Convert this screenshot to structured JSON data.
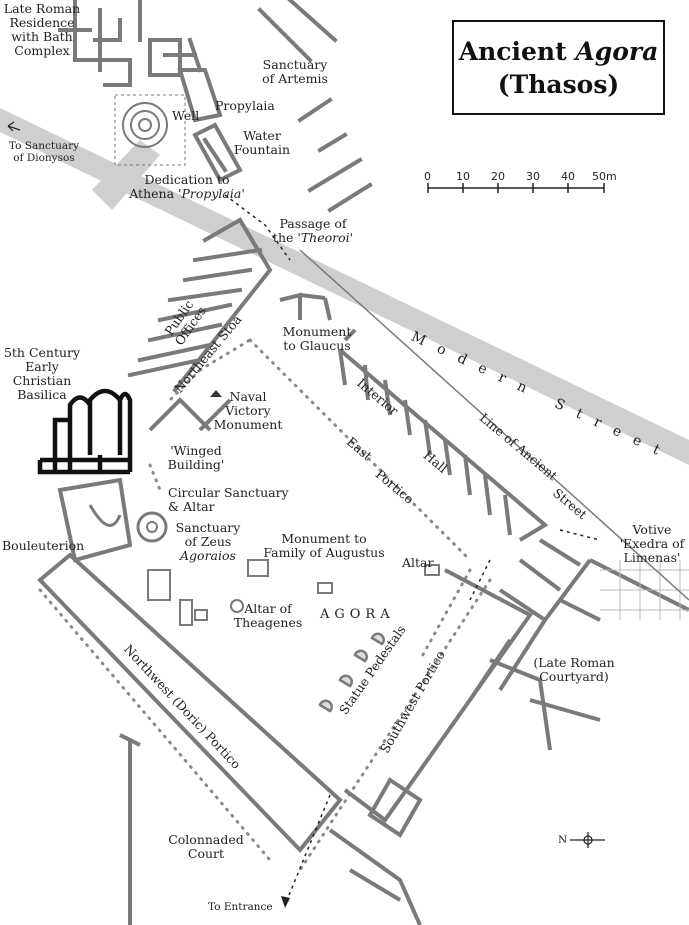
{
  "title": {
    "line1": "Ancient",
    "line1_italic": "Agora",
    "line2": "(Thasos)"
  },
  "scale": {
    "labels": [
      "0",
      "10",
      "20",
      "30",
      "40",
      "50m"
    ]
  },
  "center_label": "AGORA",
  "street_labels": {
    "modern": "Modern Street",
    "line_of_ancient": "Line of Ancient",
    "street": "Street"
  },
  "labels": {
    "late_roman_residence": [
      "Late Roman",
      "Residence",
      "with Bath",
      "Complex"
    ],
    "sanctuary_artemis": [
      "Sanctuary",
      "of Artemis"
    ],
    "propylaia": "Propylaia",
    "well": "Well",
    "water_fountain": [
      "Water",
      "Fountain"
    ],
    "to_dionysos": [
      "To Sanctuary",
      "of Dionysos"
    ],
    "dedication_athena": [
      "Dedication to",
      "Athena"
    ],
    "dedication_athena_italic": "'Propylaia'",
    "passage_theoroi": [
      "Passage of",
      "the"
    ],
    "passage_theoroi_italic": "'Theoroi'",
    "public_offices": [
      "Public",
      "Offices"
    ],
    "northeast_stoa": "Northeast Stoa",
    "monument_glaucus": [
      "Monument",
      "to Glaucus"
    ],
    "basilica": [
      "5th Century",
      "Early",
      "Christian",
      "Basilica"
    ],
    "naval_victory": [
      "Naval",
      "Victory",
      "Monument"
    ],
    "interior": "Interior",
    "hall": "Hall",
    "east": "East",
    "portico": "Portico",
    "winged_building": [
      "'Winged",
      "Building'"
    ],
    "circular_sanctuary": [
      "Circular Sanctuary",
      "& Altar"
    ],
    "sanctuary_zeus": [
      "Sanctuary",
      "of Zeus"
    ],
    "sanctuary_zeus_italic": "Agoraios",
    "bouleuterion": "Bouleuterion",
    "monument_augustus": [
      "Monument to",
      "Family of Augustus"
    ],
    "altar": "Altar",
    "votive_exedra": [
      "Votive",
      "'Exedra of",
      "Limenas'"
    ],
    "altar_theagenes": [
      "Altar of",
      "Theagenes"
    ],
    "late_roman_courtyard": [
      "(Late Roman",
      "Courtyard)"
    ],
    "statue_pedestals": "Statue Pedestals",
    "northwest_portico": "Northwest (Doric) Portico",
    "southwest_portico": "Southwest Portico",
    "colonnaded_court": [
      "Colonnaded",
      "Court"
    ],
    "to_entrance": "To Entrance",
    "north_arrow": "N"
  },
  "colors": {
    "wall": "#7a7a7a",
    "road": "#c8c8c8",
    "ink": "#111111",
    "colonnade": "#8a8a8a"
  }
}
